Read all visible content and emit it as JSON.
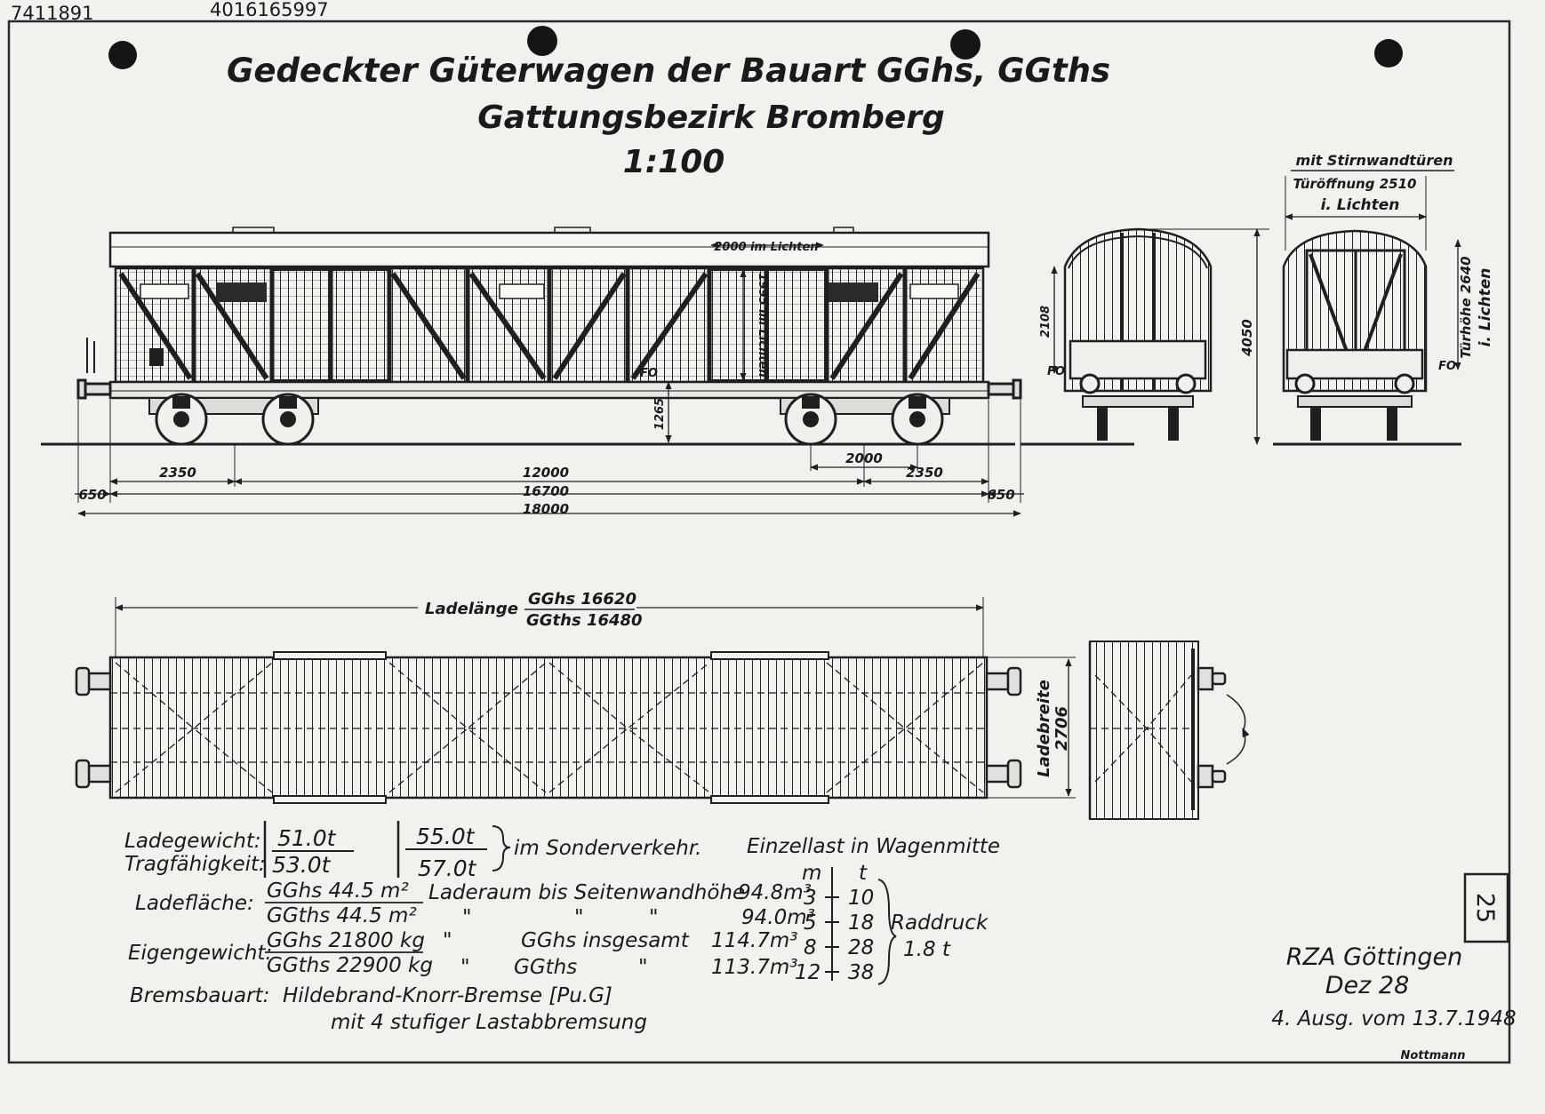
{
  "header": {
    "ref_left": "7411891",
    "ref_number": "4016165997"
  },
  "title": {
    "line1": "Gedeckter Güterwagen der Bauart GGhs, GGths",
    "line2": "Gattungsbezirk Bromberg",
    "scale": "1:100"
  },
  "side_view": {
    "inner_door_width": "2000 im Lichten",
    "inner_door_height": "1995 im Lichten",
    "floor_height": "1265",
    "floor_mark": "FO",
    "dims": {
      "bogie_offset_left": "2350",
      "bogie_offset_right": "2350",
      "bogie_wheelbase": "2000",
      "pivot_distance": "12000",
      "length_over_body": "16700",
      "length_over_buffers": "18000",
      "buffer_left": "650",
      "buffer_right": "650"
    }
  },
  "end_view": {
    "height_total": "4050",
    "side_height": "2108",
    "floor_mark": "FO"
  },
  "end_door_view": {
    "title": "mit Stirnwandtüren",
    "door_opening": "Türöffnung 2510",
    "door_opening_note": "i. Lichten",
    "door_height": "Türhöhe 2640",
    "door_height_note": "i. Lichten",
    "floor_mark": "FO"
  },
  "plan_view": {
    "load_length_label": "Ladelänge",
    "load_length_ggh": "GGhs 16620",
    "load_length_ggth": "GGths 16480",
    "load_width_label": "Ladebreite",
    "load_width": "2706"
  },
  "specs": {
    "ladegewicht_label": "Ladegewicht:",
    "tragfaehigkeit_label": "Tragfähigkeit:",
    "ladegewicht_normal": "51.0t",
    "tragfaehigkeit_normal": "53.0t",
    "ladegewicht_sonder": "55.0t",
    "tragfaehigkeit_sonder": "57.0t",
    "sonderverkehr": "im Sonderverkehr.",
    "ladeflaeche_label": "Ladefläche:",
    "ladeflaeche_ggh": "GGhs 44.5 m²",
    "ladeflaeche_ggth": "GGths 44.5 m²",
    "laderaum_label": "Laderaum bis Seitenwandhöhe",
    "laderaum_ggh": "94.8m³",
    "laderaum_ggth": "94.0m³",
    "eigengewicht_label": "Eigengewicht:",
    "eigengewicht_ggh": "GGhs 21800 kg",
    "eigengewicht_ggth": "GGths 22900 kg",
    "ditto": "\"",
    "insgesamt_ggh_label": "GGhs insgesamt",
    "insgesamt_ggh": "114.7m³",
    "insgesamt_ggth_label": "GGths",
    "insgesamt_ggth": "113.7m³",
    "bremsbauart_label": "Bremsbauart:",
    "bremsbauart": "Hildebrand-Knorr-Bremse [Pu.G]",
    "bremsbauart_2": "mit 4 stufiger Lastabbremsung"
  },
  "einzellast": {
    "title": "Einzellast in Wagenmitte",
    "unit_m": "m",
    "unit_t": "t",
    "m_values": [
      "3",
      "5",
      "8",
      "12"
    ],
    "t_values": [
      "10",
      "18",
      "28",
      "38"
    ],
    "raddruck_label": "Raddruck",
    "raddruck": "1.8 t"
  },
  "footer": {
    "sheet_no": "25",
    "office": "RZA Göttingen",
    "dez": "Dez 28",
    "edition": "4. Ausg. vom 13.7.1948",
    "signature": "Nottmann"
  }
}
